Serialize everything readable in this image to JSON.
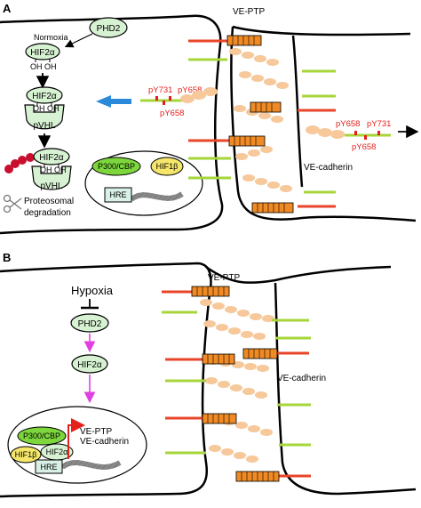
{
  "panels": {
    "a": {
      "letter": "A",
      "labels": {
        "phd2": "PHD2",
        "normoxia": "Normoxia",
        "hif2a_1": "HIF2α",
        "oh_1": "OH OH",
        "hif2a_2": "HIF2α",
        "oh_2": "OH OH",
        "pvhl_1": "pVHL",
        "hif2a_3": "HIF2α",
        "oh_3": "OH OH",
        "pvhl_2": "pVHL",
        "proteosomal": "Proteosomal",
        "degradation": "degradation",
        "p300cbp": "P300/CBP",
        "hif1b": "HIF1β",
        "hre": "HRE",
        "veptp": "VE-PTP",
        "vecadherin": "VE-cadherin",
        "py731_left": "pY731",
        "py658_left": "pY658",
        "py658_left_bottom": "pY658",
        "py658_right": "pY658",
        "py731_right": "pY731",
        "py658_right_bottom": "pY658"
      }
    },
    "b": {
      "letter": "B",
      "labels": {
        "hypoxia": "Hypoxia",
        "phd2": "PHD2",
        "hif2a": "HIF2α",
        "p300cbp": "P300/CBP",
        "hif1b": "HIF1β",
        "hif2a_nuc": "HIF2α",
        "hre": "HRE",
        "veptp_gene": "VE-PTP",
        "vecad_gene": "VE-cadherin",
        "veptp": "VE-PTP",
        "vecadherin": "VE-cadherin"
      }
    }
  },
  "colors": {
    "red_line": "#e8452a",
    "green_line": "#a6d63a",
    "orange_box": "#f08a24",
    "bead": "#f6c89a",
    "oval_green": "#d7f2d2",
    "oval_bright_green": "#7cd63c",
    "oval_yellow": "#f4e66a",
    "hre_box": "#d8f0e6",
    "arrow_blue": "#2a8ad9",
    "arrow_magenta": "#e040e0",
    "red_text": "#e3201b",
    "ubiquitin_red": "#c8102e"
  }
}
